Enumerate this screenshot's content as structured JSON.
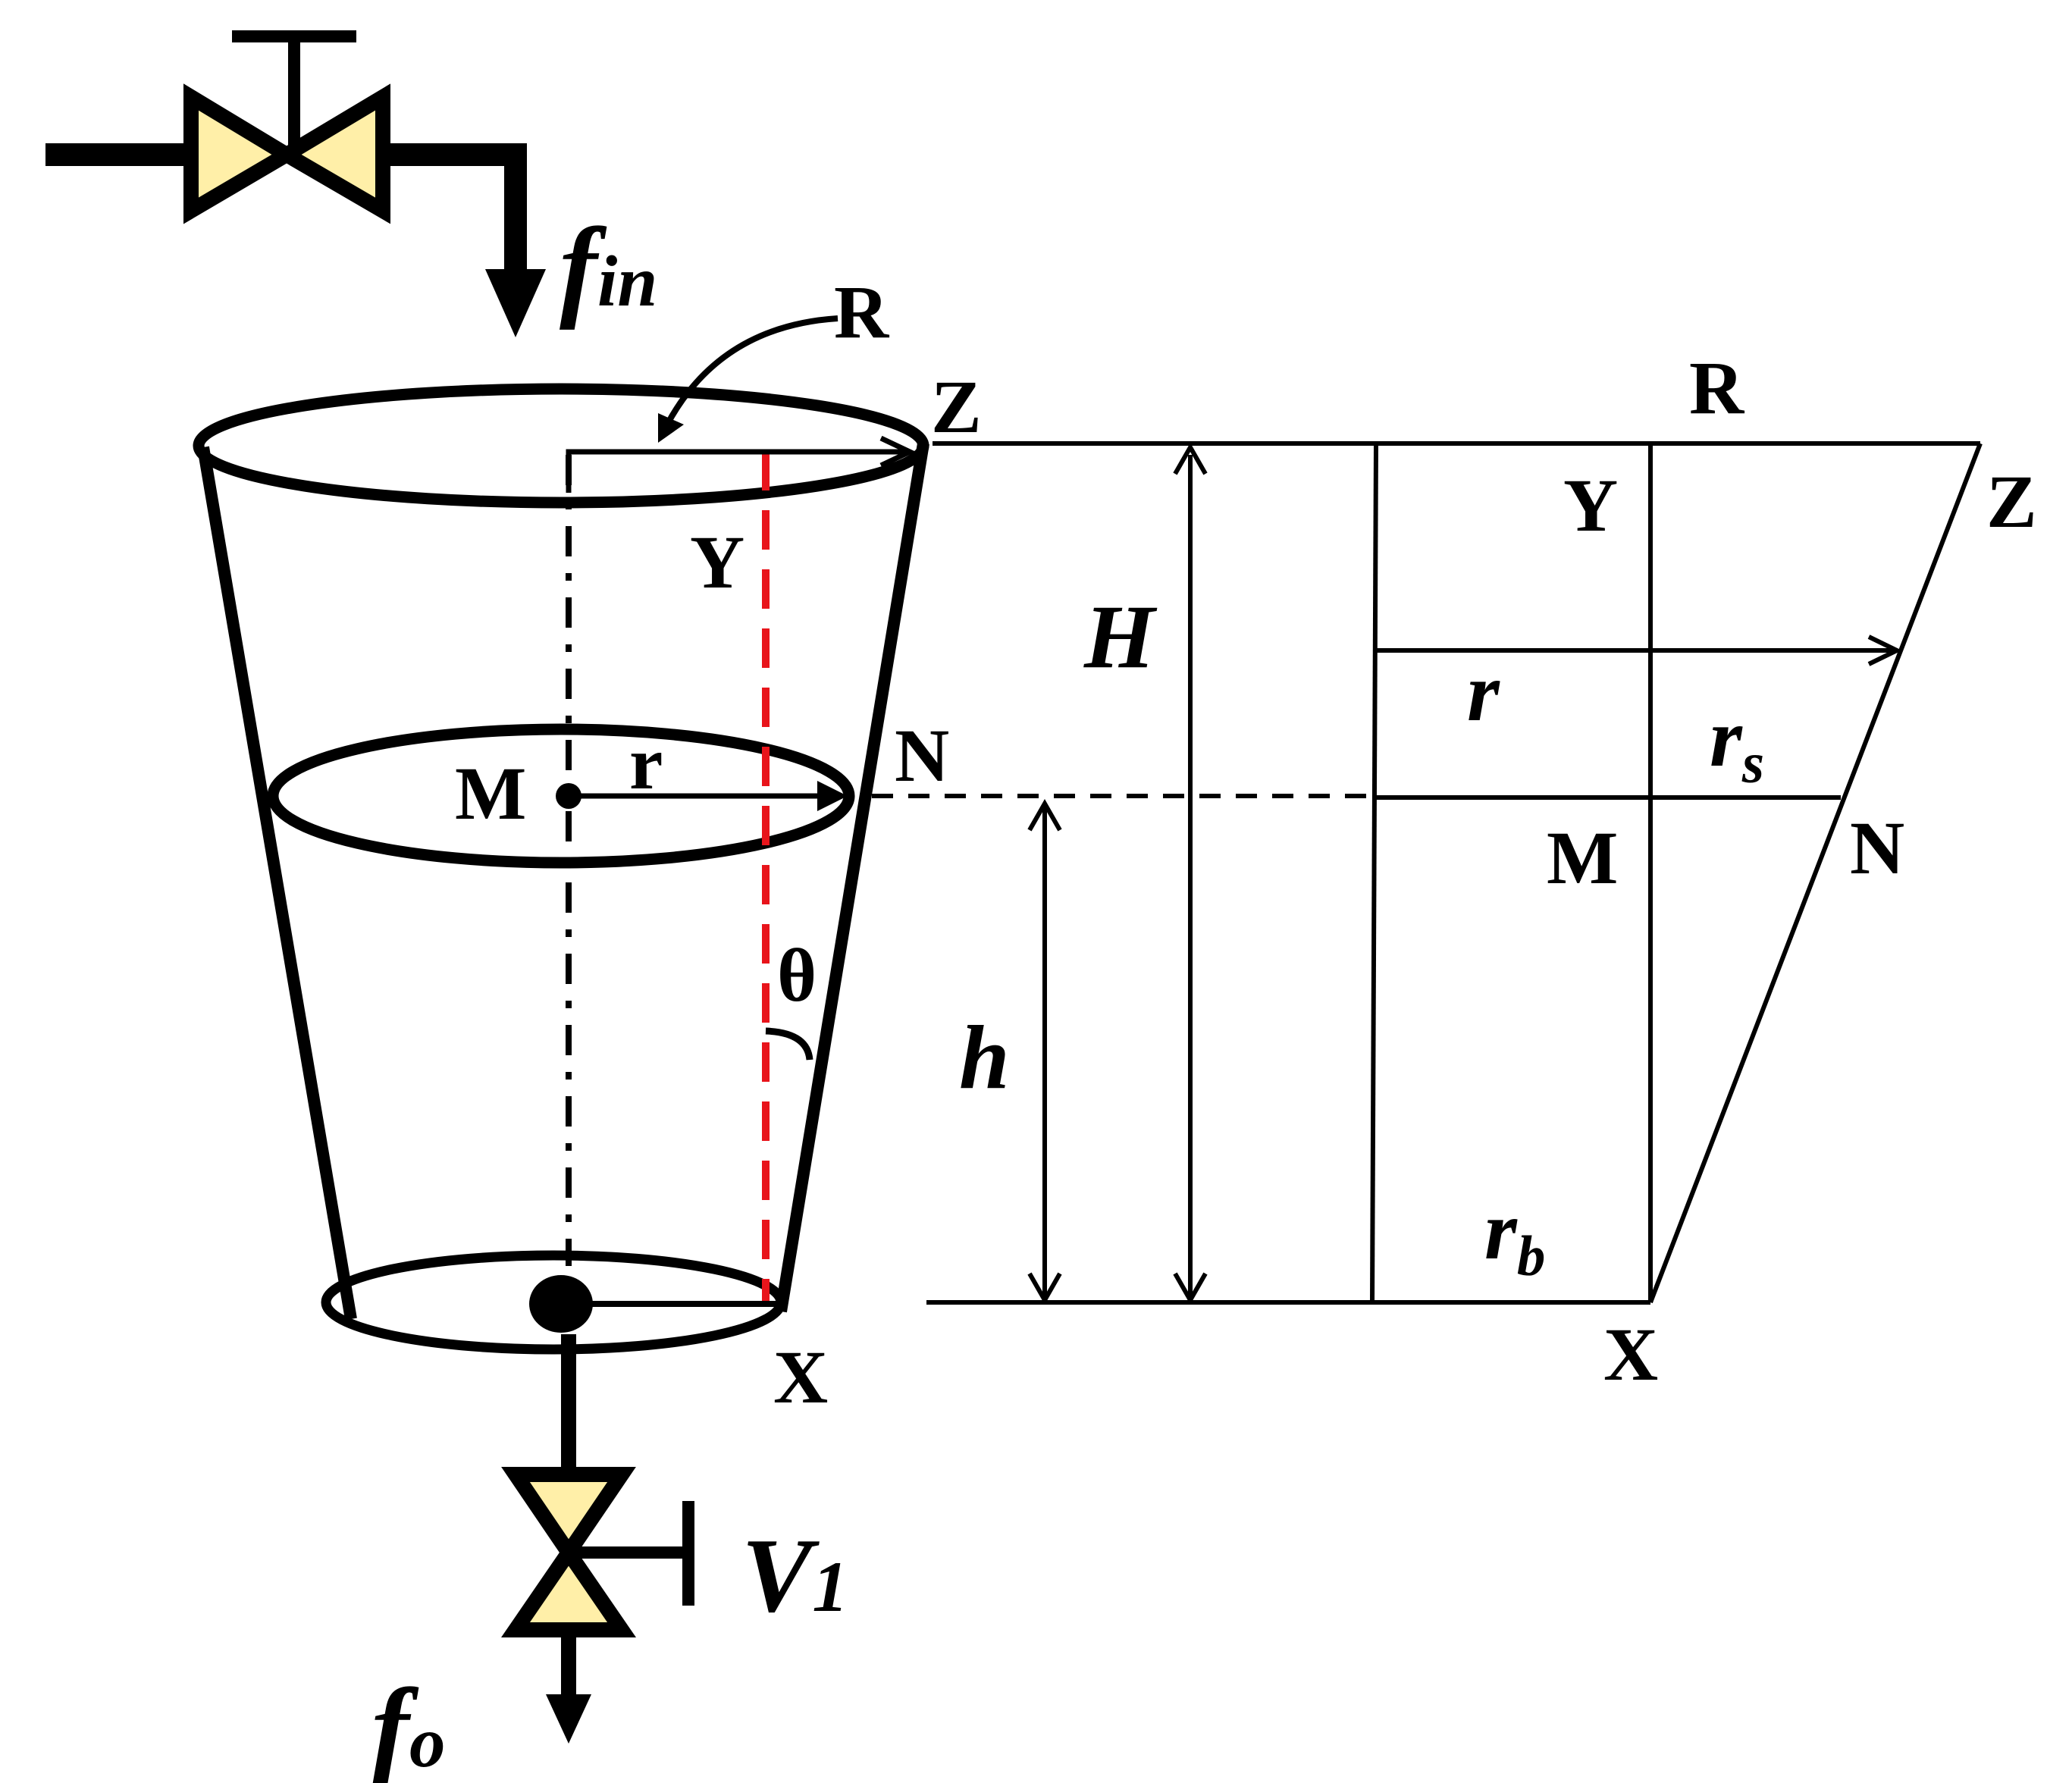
{
  "labels": {
    "f_in": {
      "main": "f",
      "sub": "in"
    },
    "f_o": {
      "main": "f",
      "sub": "o"
    },
    "valve_out": {
      "main": "V",
      "sub": "1"
    },
    "tank": {
      "R": "R",
      "Z": "Z",
      "Y": "Y",
      "M": "M",
      "r": "r",
      "N": "N",
      "theta": "θ",
      "X": "X"
    },
    "dimensions": {
      "H": "H",
      "h": "h"
    },
    "section": {
      "R": "R",
      "Z": "Z",
      "Y": "Y",
      "r": "r",
      "r_s": {
        "main": "r",
        "sub": "s"
      },
      "M": "M",
      "N": "N",
      "r_b": {
        "main": "r",
        "sub": "b"
      },
      "X": "X"
    }
  },
  "colors": {
    "line": "#000000",
    "valve_fill": "#FFEFA8",
    "angle_reference": "#E8141B"
  }
}
